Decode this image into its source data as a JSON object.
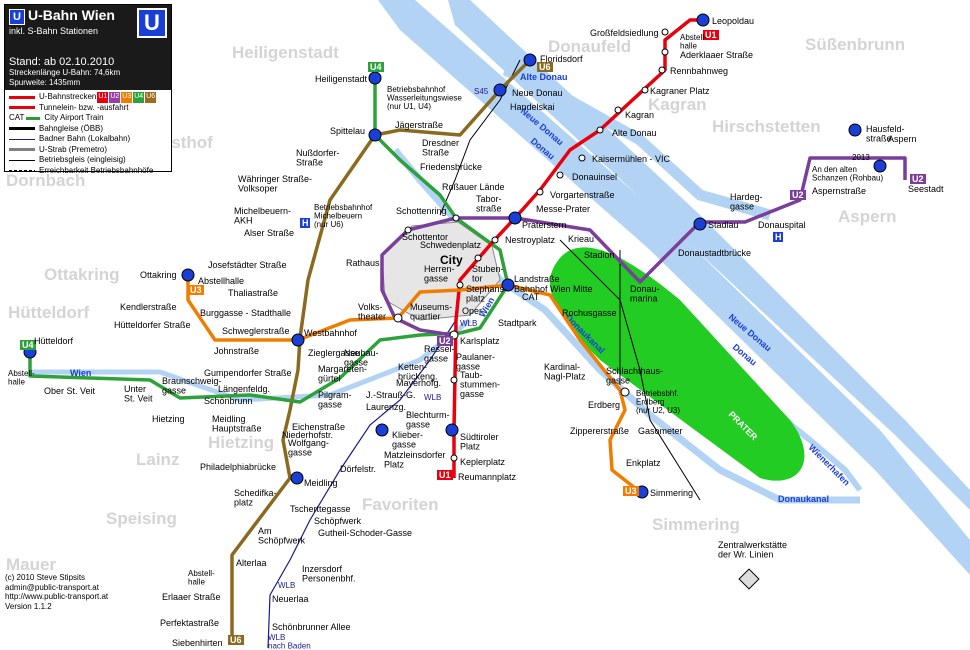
{
  "legend": {
    "title": "U-Bahn Wien",
    "badge": "U",
    "big_badge": "U",
    "sbahn_note": "inkl. S-Bahn Stationen",
    "stand": "Stand: ab 02.10.2010",
    "streckenlaenge": "Streckenlänge U-Bahn: 74,6km",
    "spurweite": "Spurweite: 1435mm",
    "items": [
      {
        "label": "U-Bahnstrecken",
        "color": "#e8000d",
        "tags": [
          "U1",
          "U2",
          "U3",
          "U4",
          "U6"
        ]
      },
      {
        "label": "Tunnelein- bzw. -ausfahrt",
        "color": "#e8000d"
      },
      {
        "label": "City Airport Train",
        "color": "#2e9a3a",
        "prefix": "CAT"
      },
      {
        "label": "Bahngleise (ÖBB)",
        "color": "#000000"
      },
      {
        "label": "Badner Bahn (Lokalbahn)",
        "color": "#1a1a8c"
      },
      {
        "label": "U-Strab (Premetro)",
        "color": "#808080"
      },
      {
        "label": "Betriebsgleis (eingleisig)",
        "color": "#000000"
      },
      {
        "label": "Erreichbarkeit Betriebsbahnhöfe",
        "color": "#000000"
      }
    ],
    "tag_colors": {
      "U1": "#e8000d",
      "U2": "#9b3fa8",
      "U3": "#f07c00",
      "U4": "#2ea23a",
      "U6": "#9b6b1e"
    }
  },
  "credits": [
    "(c) 2010 Steve Stipsits",
    "admin@public-transport.at",
    "http://www.public-transport.at",
    "Version 1.1.2"
  ],
  "colors": {
    "U1": "#e8000d",
    "U2": "#7a3f9a",
    "U3": "#f07c00",
    "U4": "#2ea23a",
    "U6": "#8a6a1e",
    "water": "#b3d3f5",
    "prater": "#22cc22",
    "wlb": "#1a1a8c"
  },
  "districts": [
    "Heiligenstadt",
    "Donaufeld",
    "Süßenbrunn",
    "Gersthof",
    "Kagran",
    "Hirschstetten",
    "Dornbach",
    "Aspern",
    "Ottakring",
    "Hütteldorf",
    "Hietzing",
    "Lainz",
    "Favoriten",
    "Speising",
    "Simmering",
    "Mauer"
  ],
  "river_labels": [
    "Alte Donau",
    "Neue Donau",
    "Donau",
    "Neue Donau",
    "Donau",
    "Wien",
    "Wien",
    "Donaukanal",
    "Donaukanal",
    "Wienerhafen"
  ],
  "city_label": "City",
  "park_label": "PRATER",
  "line_tags": [
    "U1",
    "U2",
    "U3",
    "U4",
    "U6"
  ],
  "stations": {
    "leopoldau": "Leopoldau",
    "abstellhalle_u1": "Abstell-\nhalle",
    "grossfeld": "Großfeldsiedlung",
    "aderklaaer": "Aderklaaer Straße",
    "rennbahnweg": "Rennbahnweg",
    "kagraner_platz": "Kagraner Platz",
    "kagran": "Kagran",
    "alte_donau": "Alte Donau",
    "kaisermuehlen": "Kaisermühlen - VIC",
    "donauinsel": "Donauinsel",
    "vorgarten": "Vorgartenstraße",
    "praterstern": "Praterstern",
    "nestroy": "Nestroyplatz",
    "schwedenplatz": "Schwedenplatz",
    "stephansplatz": "Stephans-\nplatz",
    "karlsplatz": "Karlsplatz",
    "taubstummen": "Taub-\nstummen-\ngasse",
    "suedtiroler": "Südtiroler\nPlatz",
    "keplerplatz": "Keplerplatz",
    "reumannplatz": "Reumannplatz",
    "floridsdorf": "Floridsdorf",
    "neue_donau": "Neue Donau",
    "handelskai": "Handelskai",
    "dresdner": "Dresdner\nStraße",
    "jaegerstrasse": "Jägerstraße",
    "betriebsbhf_wasser": "Betriebsbahnhof\nWasserleitungswiese\n(nur U1, U4)",
    "spittelau": "Spittelau",
    "heiligenstadt": "Heiligenstadt",
    "nussdorfer": "Nußdorfer-\nStraße",
    "waehringer": "Währinger Straße-\nVolksoper",
    "michelbeuern": "Michelbeuern-\nAKH",
    "betriebsbhf_michel": "Betriebsbahnhof\nMichelbeuern\n(nur U6)",
    "alser": "Alser Straße",
    "josefstaedter": "Josefstädter Straße",
    "thaliastrasse": "Thaliastraße",
    "burggasse": "Burggasse - Stadthalle",
    "westbahnhof": "Westbahnhof",
    "gumpendorfer": "Gumpendorfer Straße",
    "laengenfeld": "Längenfeldg.",
    "meidling": "Meidling",
    "niederhofstr": "Niederhofstr.",
    "philadelphia": "Philadelphiabrücke",
    "tscherttegasse": "Tscherttegasse",
    "am_schoepfwerk": "Am\nSchöpfwerk",
    "alterlaa": "Alterlaa",
    "erlaaer": "Erlaaer Straße",
    "perfektastrasse": "Perfektastraße",
    "siebenhirten": "Siebenhirten",
    "abstellhalle_u6": "Abstell-\nhalle",
    "friedensbruecke": "Friedensbrücke",
    "rossauer": "Roßauer Lände",
    "schottenring": "Schottenring",
    "taborstrasse": "Tabor-\nstraße",
    "messe": "Messe-Prater",
    "krieau": "Krieau",
    "stadion": "Stadion",
    "donaumarina": "Donau-\nmarina",
    "donaustadt": "Donaustadtbrücke",
    "stadlau": "Stadlau",
    "hardeggasse": "Hardeg-\ngasse",
    "donauspital": "Donauspital",
    "aspernstrasse": "Aspernstraße",
    "an_den_alten": "An den alten\nSchanzen (Rohbau)",
    "hausfeld": "Hausfeld-\nstraße",
    "aspern_nord": "Aspern",
    "seestadt": "Seestadt",
    "year_2013": "2013",
    "schottentor": "Schottentor",
    "rathaus": "Rathaus",
    "volkstheater": "Volks-\ntheater",
    "museumsquartier": "Museums-\nquartier",
    "herrengasse": "Herren-\ngasse",
    "stubentor": "Stuben-\ntor",
    "landstrasse": "Landstraße",
    "wien_mitte": "Bahnhof Wien Mitte",
    "cat_label": "CAT",
    "oper": "Oper",
    "stadtpark": "Stadtpark",
    "ottakring": "Ottakring",
    "abstellhalle_u3": "Abstellhalle",
    "kendlerstrasse": "Kendlerstraße",
    "huetteldorfer": "Hütteldorfer Straße",
    "johnstrasse": "Johnstraße",
    "schweglerstrasse": "Schweglerstraße",
    "zieglergasse": "Zieglergasse",
    "neubaugasse": "Neubau-\ngasse",
    "rochusgasse": "Rochusgasse",
    "kardinal": "Kardinal-\nNagl-Platz",
    "schlachthaus": "Schlachthaus-\ngasse",
    "erdberg": "Erdberg",
    "betriebsbhf_erdberg": "Betriebsbhf.\nErdberg\n(nur U2, U3)",
    "gasometer": "Gasometer",
    "zippererstrasse": "Zippererstraße",
    "enkplatz": "Enkplatz",
    "simmering": "Simmering",
    "huetteldorf": "Hütteldorf",
    "abstellhalle_u4": "Abstell-\nhalle",
    "ober_st_veit": "Ober St. Veit",
    "unter_st_veit": "Unter\nSt. Veit",
    "braunschweig": "Braunschweig-\ngasse",
    "hietzing": "Hietzing",
    "schoenbrunn": "Schönbrunn",
    "meidling_haupt": "Meidling\nHauptstraße",
    "margareten": "Margareten-\ngürtel",
    "pilgramgasse": "Pilgram-\ngasse",
    "kettenbrueckeng": "Ketten-\nbrückeng.",
    "ressel": "Ressel-\ngasse",
    "paulaner": "Paulaner-\ngasse",
    "mayerhofg": "Mayerhofg.",
    "j_strauss": "J.-Strauß-G.",
    "laurenzg": "Laurenzg.",
    "blechturm": "Blechturm-\ngasse",
    "eichenstrasse": "Eichenstraße",
    "wolfganggasse": "Wolfgang-\ngasse",
    "kliebergasse": "Klieber-\ngasse",
    "matzleinsdorfer": "Matzleinsdorfer\nPlatz",
    "doerfelstr": "Dörfelstr.",
    "schedifka": "Schedifka-\nplatz",
    "schoepfwerk_wlb": "Schöpfwerk",
    "gutheil": "Gutheil-Schoder-Gasse",
    "inzersdorf": "Inzersdorf\nPersonenbhf.",
    "neuerlaa": "Neuerlaa",
    "schoenbrunner_allee": "Schönbrunner Allee",
    "wlb_baden": "WLB\nnach Baden",
    "wlb": "WLB",
    "s45": "S45",
    "zentralwerkstaette": "Zentralwerkstätte\nder Wr. Linien"
  }
}
